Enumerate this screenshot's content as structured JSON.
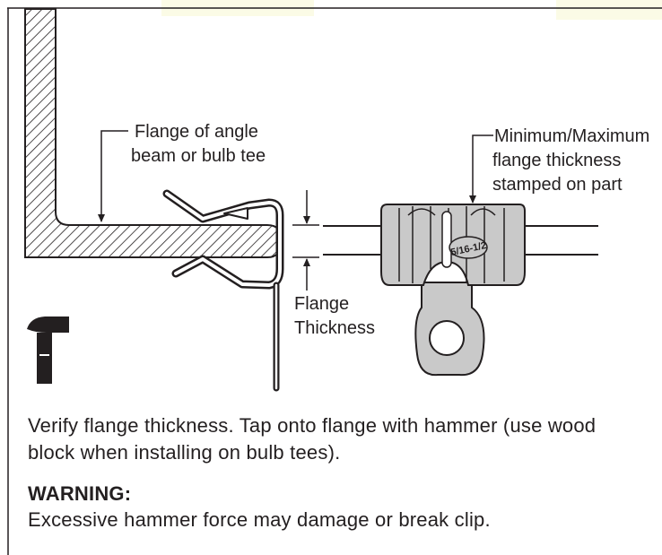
{
  "labels": {
    "flange_angle_line1": "Flange of angle",
    "flange_angle_line2": "beam or bulb tee",
    "minmax_line1": "Minimum/Maximum",
    "minmax_line2": "flange thickness",
    "minmax_line3": "stamped on part",
    "thickness_line1": "Flange",
    "thickness_line2": "Thickness",
    "stamp": "5/16-1/2"
  },
  "icons": {
    "tool": "hammer-icon"
  },
  "instructions": {
    "text": "Verify flange thickness. Tap onto flange with hammer (use wood block when installing on bulb tees).",
    "warning_title": "WARNING:",
    "warning_text": "Excessive hammer force may damage or break clip."
  },
  "colors": {
    "line": "#231f20",
    "part_fill": "#c9c9c9",
    "accent_tint": "#fbfbe6"
  }
}
